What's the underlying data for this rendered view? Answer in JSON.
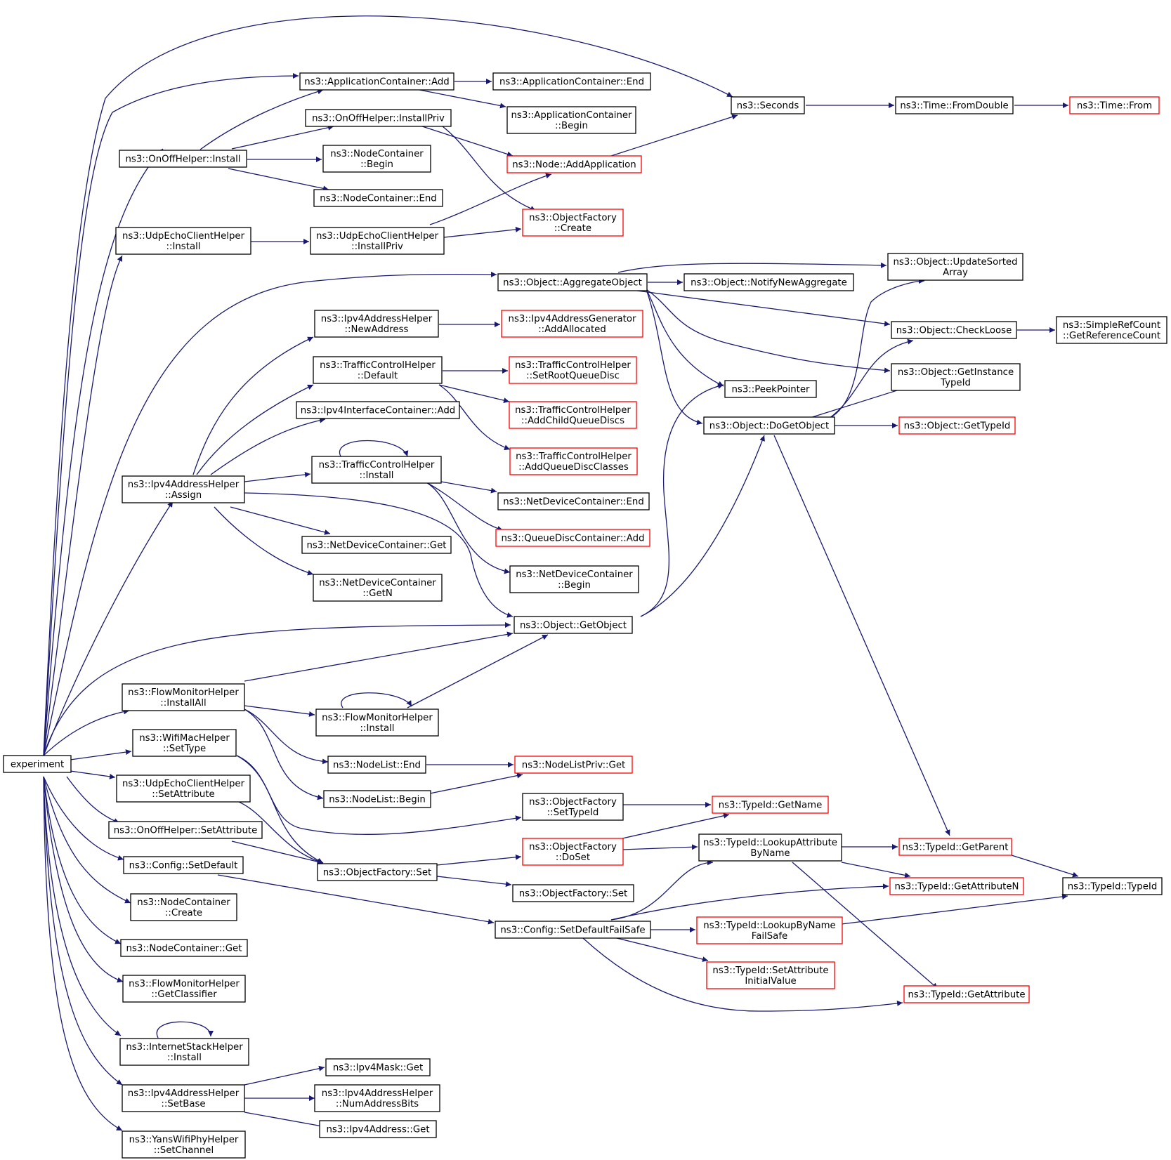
{
  "colors": {
    "edge": "#191970",
    "node_border": "#000000",
    "node_border_undocumented": "#ff0000",
    "root_fill": "#bfbfbf",
    "node_fill": "#ffffff"
  },
  "nodes": [
    {
      "id": "experiment",
      "lines": [
        "experiment"
      ],
      "root": true
    },
    {
      "id": "seconds",
      "lines": [
        "ns3::Seconds"
      ]
    },
    {
      "id": "fromdouble",
      "lines": [
        "ns3::Time::FromDouble"
      ]
    },
    {
      "id": "timefrom",
      "lines": [
        "ns3::Time::From"
      ],
      "red": true
    },
    {
      "id": "appadd",
      "lines": [
        "ns3::ApplicationContainer::Add"
      ]
    },
    {
      "id": "append",
      "lines": [
        "ns3::ApplicationContainer::End"
      ]
    },
    {
      "id": "appbegin",
      "lines": [
        "ns3::ApplicationContainer",
        "::Begin"
      ]
    },
    {
      "id": "onoffinstallpriv",
      "lines": [
        "ns3::OnOffHelper::InstallPriv"
      ]
    },
    {
      "id": "onoffinstall",
      "lines": [
        "ns3::OnOffHelper::Install"
      ]
    },
    {
      "id": "ncbegin",
      "lines": [
        "ns3::NodeContainer",
        "::Begin"
      ]
    },
    {
      "id": "nodeaddapp",
      "lines": [
        "ns3::Node::AddApplication"
      ],
      "red": true
    },
    {
      "id": "ncend",
      "lines": [
        "ns3::NodeContainer::End"
      ]
    },
    {
      "id": "ofcreate",
      "lines": [
        "ns3::ObjectFactory",
        "::Create"
      ],
      "red": true
    },
    {
      "id": "udpinstall",
      "lines": [
        "ns3::UdpEchoClientHelper",
        "::Install"
      ]
    },
    {
      "id": "udpinstallpriv",
      "lines": [
        "ns3::UdpEchoClientHelper",
        "::InstallPriv"
      ]
    },
    {
      "id": "aggregate",
      "lines": [
        "ns3::Object::AggregateObject"
      ]
    },
    {
      "id": "notifyagg",
      "lines": [
        "ns3::Object::NotifyNewAggregate"
      ]
    },
    {
      "id": "updatesorted",
      "lines": [
        "ns3::Object::UpdateSorted",
        "Array"
      ]
    },
    {
      "id": "checkloose",
      "lines": [
        "ns3::Object::CheckLoose"
      ]
    },
    {
      "id": "refcount",
      "lines": [
        "ns3::SimpleRefCount",
        "::GetReferenceCount"
      ]
    },
    {
      "id": "getinstancetid",
      "lines": [
        "ns3::Object::GetInstance",
        "TypeId"
      ]
    },
    {
      "id": "newaddress",
      "lines": [
        "ns3::Ipv4AddressHelper",
        "::NewAddress"
      ]
    },
    {
      "id": "addallocated",
      "lines": [
        "ns3::Ipv4AddressGenerator",
        "::AddAllocated"
      ],
      "red": true
    },
    {
      "id": "tcdefault",
      "lines": [
        "ns3::TrafficControlHelper",
        "::Default"
      ]
    },
    {
      "id": "setrootqd",
      "lines": [
        "ns3::TrafficControlHelper",
        "::SetRootQueueDisc"
      ],
      "red": true
    },
    {
      "id": "peekpointer",
      "lines": [
        "ns3::PeekPointer"
      ]
    },
    {
      "id": "ipv4icadd",
      "lines": [
        "ns3::Ipv4InterfaceContainer::Add"
      ]
    },
    {
      "id": "addchildqd",
      "lines": [
        "ns3::TrafficControlHelper",
        "::AddChildQueueDiscs"
      ],
      "red": true
    },
    {
      "id": "dogetobject",
      "lines": [
        "ns3::Object::DoGetObject"
      ]
    },
    {
      "id": "gettypeid",
      "lines": [
        "ns3::Object::GetTypeId"
      ],
      "red": true
    },
    {
      "id": "addqdclasses",
      "lines": [
        "ns3::TrafficControlHelper",
        "::AddQueueDiscClasses"
      ],
      "red": true
    },
    {
      "id": "tcinstall",
      "lines": [
        "ns3::TrafficControlHelper",
        "::Install"
      ]
    },
    {
      "id": "ipv4assign",
      "lines": [
        "ns3::Ipv4AddressHelper",
        "::Assign"
      ]
    },
    {
      "id": "ndcend",
      "lines": [
        "ns3::NetDeviceContainer::End"
      ]
    },
    {
      "id": "qdcadd",
      "lines": [
        "ns3::QueueDiscContainer::Add"
      ],
      "red": true
    },
    {
      "id": "ndcget",
      "lines": [
        "ns3::NetDeviceContainer::Get"
      ]
    },
    {
      "id": "ndcbegin",
      "lines": [
        "ns3::NetDeviceContainer",
        "::Begin"
      ]
    },
    {
      "id": "ndcgetn",
      "lines": [
        "ns3::NetDeviceContainer",
        "::GetN"
      ]
    },
    {
      "id": "getobject",
      "lines": [
        "ns3::Object::GetObject"
      ]
    },
    {
      "id": "fminstallall",
      "lines": [
        "ns3::FlowMonitorHelper",
        "::InstallAll"
      ]
    },
    {
      "id": "fminstall",
      "lines": [
        "ns3::FlowMonitorHelper",
        "::Install"
      ]
    },
    {
      "id": "wifimacsettype",
      "lines": [
        "ns3::WifiMacHelper",
        "::SetType"
      ]
    },
    {
      "id": "nodelistend",
      "lines": [
        "ns3::NodeList::End"
      ]
    },
    {
      "id": "nodelistprivget",
      "lines": [
        "ns3::NodeListPriv::Get"
      ],
      "red": true
    },
    {
      "id": "udpsetattr",
      "lines": [
        "ns3::UdpEchoClientHelper",
        "::SetAttribute"
      ]
    },
    {
      "id": "nodelistbegin",
      "lines": [
        "ns3::NodeList::Begin"
      ]
    },
    {
      "id": "ofsettypeid",
      "lines": [
        "ns3::ObjectFactory",
        "::SetTypeId"
      ]
    },
    {
      "id": "tidgetname",
      "lines": [
        "ns3::TypeId::GetName"
      ],
      "red": true
    },
    {
      "id": "onoffsetattr",
      "lines": [
        "ns3::OnOffHelper::SetAttribute"
      ]
    },
    {
      "id": "ofdoset",
      "lines": [
        "ns3::ObjectFactory",
        "::DoSet"
      ],
      "red": true
    },
    {
      "id": "lookupattr",
      "lines": [
        "ns3::TypeId::LookupAttribute",
        "ByName"
      ]
    },
    {
      "id": "getparent",
      "lines": [
        "ns3::TypeId::GetParent"
      ],
      "red": true
    },
    {
      "id": "configsetdefault",
      "lines": [
        "ns3::Config::SetDefault"
      ]
    },
    {
      "id": "ofset1",
      "lines": [
        "ns3::ObjectFactory::Set"
      ]
    },
    {
      "id": "ofset2",
      "lines": [
        "ns3::ObjectFactory::Set"
      ]
    },
    {
      "id": "getattrn",
      "lines": [
        "ns3::TypeId::GetAttributeN"
      ],
      "red": true
    },
    {
      "id": "typeid",
      "lines": [
        "ns3::TypeId::TypeId"
      ]
    },
    {
      "id": "nccreate",
      "lines": [
        "ns3::NodeContainer",
        "::Create"
      ]
    },
    {
      "id": "setdefaultfailsafe",
      "lines": [
        "ns3::Config::SetDefaultFailSafe"
      ]
    },
    {
      "id": "lookupbyname",
      "lines": [
        "ns3::TypeId::LookupByName",
        "FailSafe"
      ],
      "red": true
    },
    {
      "id": "ncget",
      "lines": [
        "ns3::NodeContainer::Get"
      ]
    },
    {
      "id": "setattrinit",
      "lines": [
        "ns3::TypeId::SetAttribute",
        "InitialValue"
      ],
      "red": true
    },
    {
      "id": "getclassifier",
      "lines": [
        "ns3::FlowMonitorHelper",
        "::GetClassifier"
      ]
    },
    {
      "id": "tidgetattr",
      "lines": [
        "ns3::TypeId::GetAttribute"
      ],
      "red": true
    },
    {
      "id": "isinstall",
      "lines": [
        "ns3::InternetStackHelper",
        "::Install"
      ]
    },
    {
      "id": "ipv4maskget",
      "lines": [
        "ns3::Ipv4Mask::Get"
      ]
    },
    {
      "id": "setbase",
      "lines": [
        "ns3::Ipv4AddressHelper",
        "::SetBase"
      ]
    },
    {
      "id": "numaddrbits",
      "lines": [
        "ns3::Ipv4AddressHelper",
        "::NumAddressBits"
      ]
    },
    {
      "id": "ipv4addrget",
      "lines": [
        "ns3::Ipv4Address::Get"
      ]
    },
    {
      "id": "setchannel",
      "lines": [
        "ns3::YansWifiPhyHelper",
        "::SetChannel"
      ]
    }
  ]
}
